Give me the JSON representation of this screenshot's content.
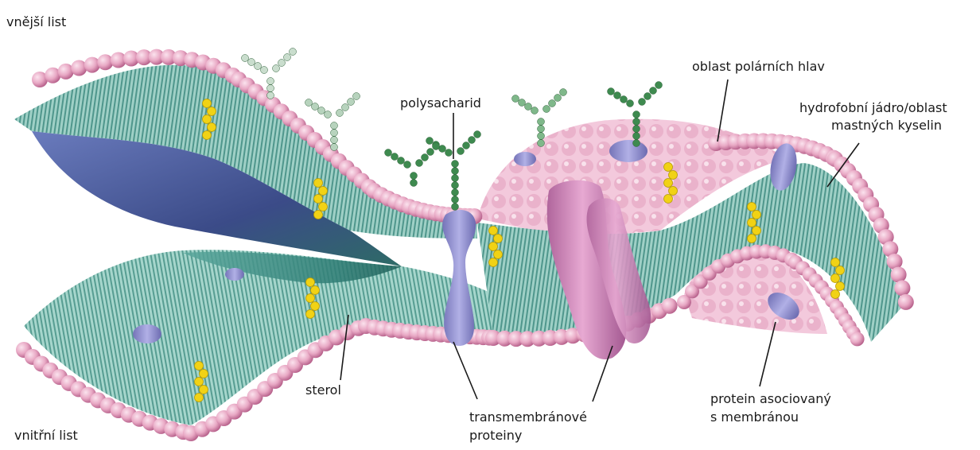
{
  "labels": {
    "outer_leaflet": "vnější list",
    "inner_leaflet": "vnitřní list",
    "polysaccharide": "polysacharid",
    "polar_heads": "oblast polárních hlav",
    "hydrophobic_core_line1": "hydrofobní jádro/oblast",
    "hydrophobic_core_line2": "mastných kyselin",
    "sterol": "sterol",
    "transmembrane_line1": "transmembránové",
    "transmembrane_line2": "proteiny",
    "associated_line1": "protein asociovaný",
    "associated_line2": "s membránou"
  },
  "colors": {
    "head": "#e8a8c4",
    "head_shade": "#c96f9a",
    "tail": "#8fc6bd",
    "tail_dark": "#3f8a80",
    "inner_shadow": "#4a5d9c",
    "transmembrane_blue": "#8f8ed0",
    "transmembrane_pink": "#cf84b8",
    "sterol": "#f1d215",
    "glycan_dark": "#3e8a4f",
    "glycan_light": "#a9ccb1",
    "leader": "#1a1a1a"
  }
}
